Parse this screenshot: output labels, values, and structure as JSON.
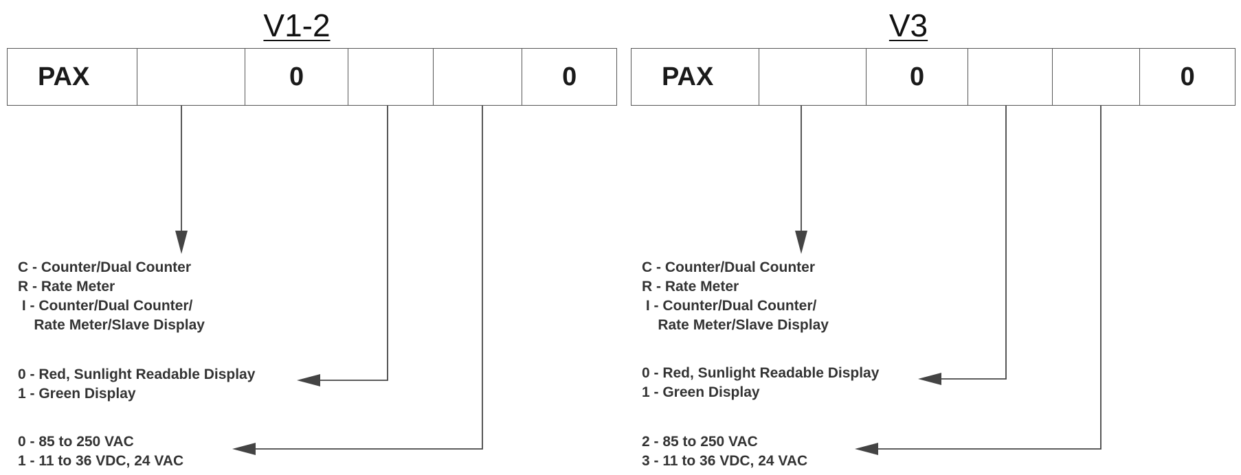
{
  "panels": [
    {
      "title": "V1-2",
      "cells": [
        "PAX",
        "",
        "0",
        "",
        "",
        "0"
      ],
      "option_groups": [
        [
          "C - Counter/Dual Counter",
          "R - Rate Meter",
          " I - Counter/Dual Counter/",
          "    Rate Meter/Slave Display"
        ],
        [
          "0 - Red, Sunlight Readable Display",
          "1 - Green Display"
        ],
        [
          "0 - 85 to 250 VAC",
          "1 - 11 to 36 VDC, 24 VAC"
        ]
      ]
    },
    {
      "title": "V3",
      "cells": [
        "PAX",
        "",
        "0",
        "",
        "",
        "0"
      ],
      "option_groups": [
        [
          "C - Counter/Dual Counter",
          "R - Rate Meter",
          " I - Counter/Dual Counter/",
          "    Rate Meter/Slave Display"
        ],
        [
          "0 - Red, Sunlight Readable Display",
          "1 - Green Display"
        ],
        [
          "2 - 85 to 250 VAC",
          "3 - 11 to 36 VDC, 24 VAC"
        ]
      ]
    }
  ],
  "colors": {
    "line": "#444444",
    "text": "#2b2b2b"
  }
}
